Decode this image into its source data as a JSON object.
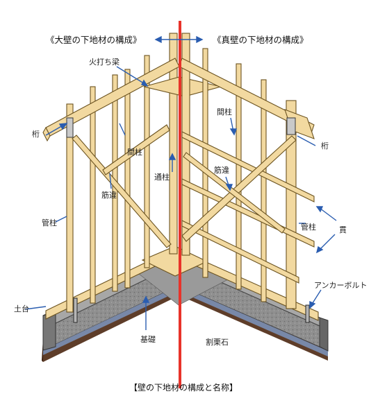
{
  "headers": {
    "left": "《大壁の下地材の構成》",
    "right": "《真壁の下地材の構成》"
  },
  "caption": "【壁の下地材の構成と名称】",
  "labels": {
    "hiuchi_bari": "火打ち梁",
    "keta_left": "桁",
    "keta_right": "桁",
    "mabashira_left": "間柱",
    "mabashira_right": "間柱",
    "sujikai_left": "筋違",
    "sujikai_right": "筋違",
    "toshibashira": "通柱",
    "kudabashira_left": "管柱",
    "kudabashira_right": "管柱",
    "nuki": "貫",
    "anchor_bolt": "アンカーボルト",
    "dodai": "土台",
    "kiso": "基礎",
    "warikuriishi": "割栗石"
  },
  "colors": {
    "timber": "#f2d9a0",
    "timber_edge": "#6b5320",
    "concrete": "#8f8f8f",
    "concrete_dark": "#5e5e5e",
    "gravel": "#6b3a1e",
    "divider": "#e8332a",
    "arrow": "#2a5db0"
  }
}
